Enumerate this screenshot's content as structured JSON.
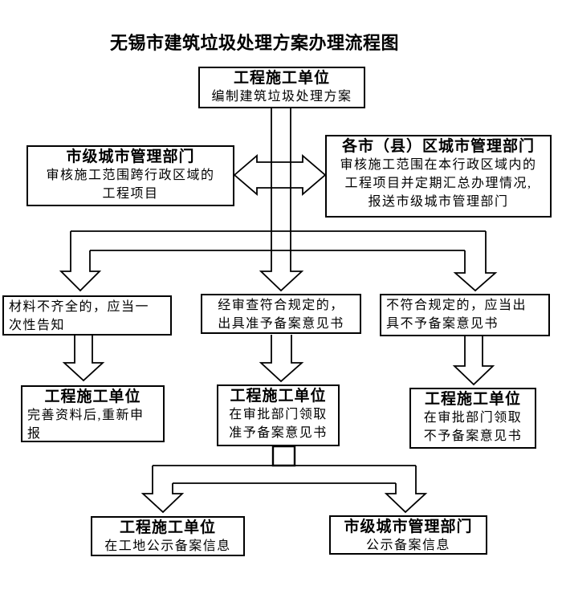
{
  "page": {
    "title": "无锡市建筑垃圾处理方案办理流程图"
  },
  "colors": {
    "line": "#000000",
    "background": "#ffffff",
    "text": "#000000"
  },
  "nodes": {
    "plan_prepare": {
      "title": "工程施工单位",
      "body": [
        "编制建筑垃圾处理方案"
      ]
    },
    "city_dept_review": {
      "title": "市级城市管理部门",
      "body": [
        "审核施工范围跨行政区域的",
        "工程项目"
      ]
    },
    "district_dept_review": {
      "title": "各市（县）区城市管理部门",
      "body": [
        "审核施工范围在本行政区域内的",
        "工程项目并定期汇总办理情况,",
        "报送市级城市管理部门"
      ]
    },
    "materials_incomplete": {
      "body": [
        "材料不齐全的，应当一",
        "次性告知"
      ]
    },
    "review_passed": {
      "body": [
        "经审查符合规定的，",
        "出具准予备案意见书"
      ]
    },
    "review_failed": {
      "body": [
        "不符合规定的，应当出",
        "具不予备案意见书"
      ]
    },
    "resubmit": {
      "title": "工程施工单位",
      "body": [
        "完善资料后,重新申",
        "报"
      ]
    },
    "collect_approval": {
      "title": "工程施工单位",
      "body": [
        "在审批部门领取",
        "准予备案意见书"
      ]
    },
    "collect_rejection": {
      "title": "工程施工单位",
      "body": [
        "在审批部门领取",
        "不予备案意见书"
      ]
    },
    "site_publicize": {
      "title": "工程施工单位",
      "body": [
        "在工地公示备案信息"
      ]
    },
    "dept_publicize": {
      "title": "市级城市管理部门",
      "body": [
        "公示备案信息"
      ]
    }
  }
}
